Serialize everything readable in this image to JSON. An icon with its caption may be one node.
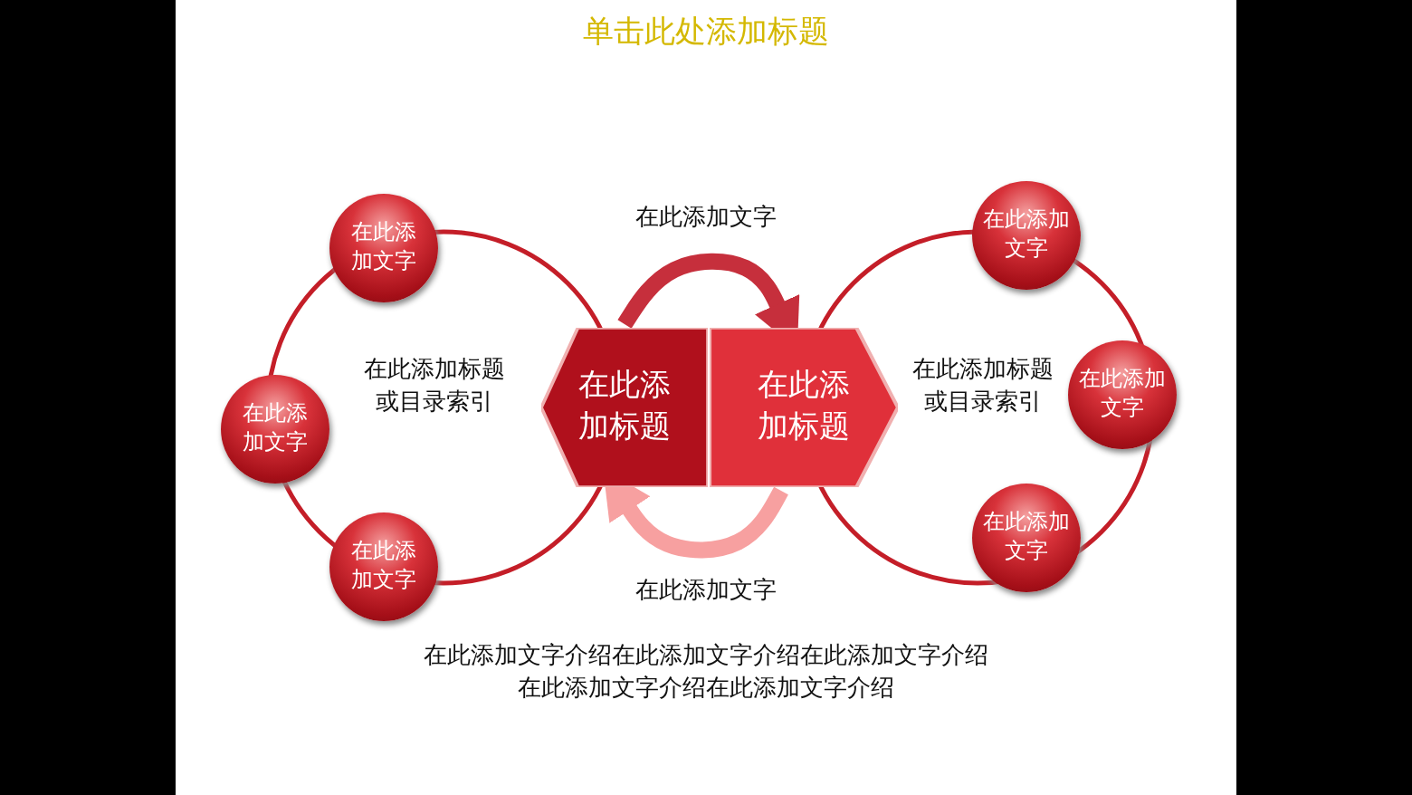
{
  "diagram": {
    "title": "单击此处添加标题",
    "nodes": [
      {
        "text": [
          "在此添加文字"
        ]
      },
      {
        "text": [
          "在此添加文字"
        ]
      },
      {
        "text": [
          "在此添加文字"
        ]
      },
      {
        "text": [
          "在此添加文字"
        ]
      },
      {
        "text": [
          "在此添加文字"
        ]
      },
      {
        "text": [
          "在此添加文字"
        ]
      },
      {
        "text": [
          "在此添加标题"
        ]
      },
      {
        "text": [
          "在此添加标题"
        ]
      }
    ],
    "edges": [
      {
        "from": 6,
        "to": 7,
        "arrow": "to",
        "color": "#c62f3c"
      },
      {
        "from": 7,
        "to": 6,
        "arrow": "to",
        "color": "#f7a0a0"
      }
    ],
    "labels": [
      "在此添加文字",
      "在此添加标题或目录索引",
      "在此添加标题或目录索引",
      "在此添加文字"
    ],
    "caption": "在此添加文字介绍在此添加文字介绍在此添加文字介绍在此添加文字介绍在此添加文字介绍"
  }
}
